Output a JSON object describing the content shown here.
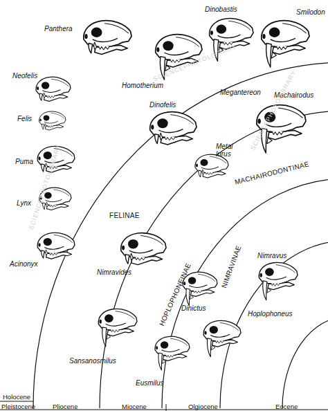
{
  "diagram": {
    "labels": [
      "Panthera",
      "Neofelis",
      "Felis",
      "Puma",
      "Lynx",
      "Acinonyx",
      "Dinobastis",
      "Smilodon",
      "Homotherium",
      "Megantereon",
      "Dinofelis",
      "Machairodus",
      "Metai lurus",
      "FELINAE",
      "MACHAIRODONTINAE",
      "Nimravides",
      "Nimravus",
      "NIMRAVINAE",
      "Dinictus",
      "Hoplophoneus",
      "HOPLOPHONEINAE",
      "Sansanosmilus",
      "Eusmilus",
      "Holocene",
      "Pleistocene",
      "Pliocene",
      "Miocene",
      "Olgiocene",
      "Eocene",
      "SCIENCEPHOTOLIBRARY",
      "SCIENCEPHOTOLIBRARY",
      "SCIENCEPHOTOLIBRARY"
    ]
  }
}
